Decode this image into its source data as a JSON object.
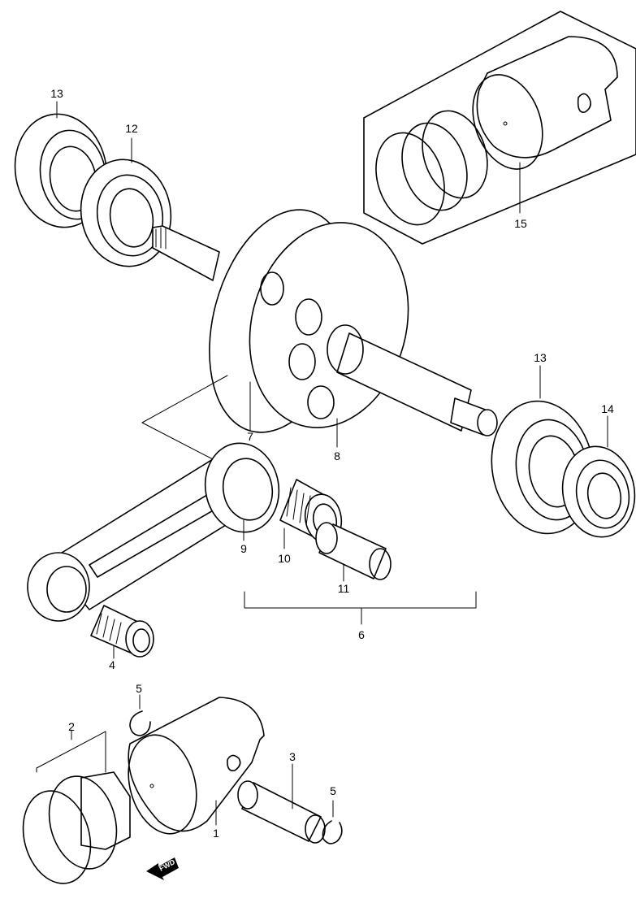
{
  "labels": {
    "crankcase_bearing_left": "13",
    "oil_seal_left": "12",
    "oversize_piston_set": "15",
    "crank_balancer_left": "7",
    "crank_balancer_right": "8",
    "crankcase_bearing_right": "13",
    "oil_seal_right": "14",
    "connecting_rod": "9",
    "big_end_bearing": "10",
    "crank_pin": "11",
    "connecting_rod_set": "6",
    "small_end_bearing": "4",
    "piston_circlip_top": "5",
    "piston_ring_set": "2",
    "piston_pin": "3",
    "piston_circlip_right": "5",
    "piston": "1"
  },
  "fwd_marker": "FWD"
}
